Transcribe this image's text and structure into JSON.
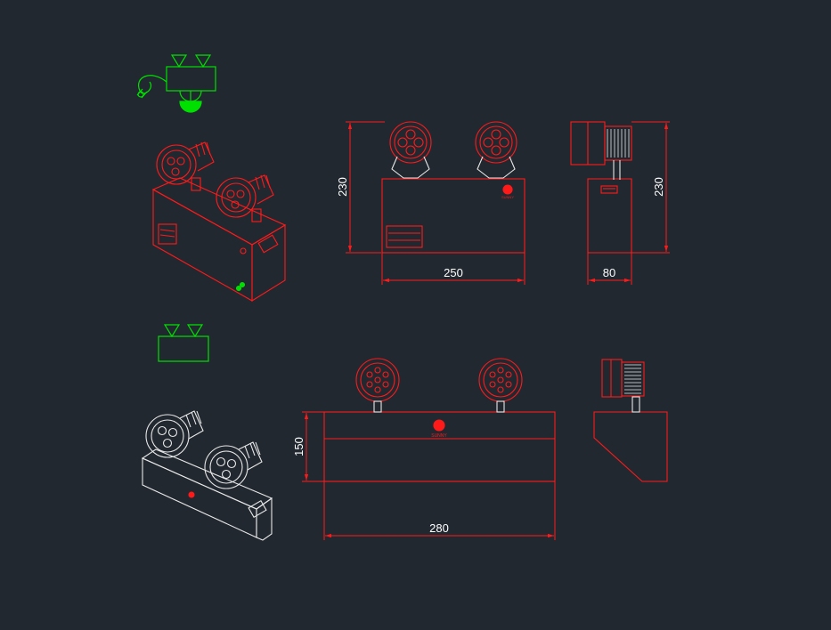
{
  "colors": {
    "background": "#212830",
    "line_red": "#ff1a1a",
    "line_white": "#e8e8e8",
    "symbol_green": "#00e000",
    "dimension_text": "#ffffff"
  },
  "drawing_1": {
    "symbol": "emergency-light-symbol-with-plug",
    "dimensions": {
      "height": "230",
      "width": "250",
      "depth": "80",
      "side_height": "230"
    },
    "logo_text": "SUNNY"
  },
  "drawing_2": {
    "symbol": "emergency-light-symbol",
    "dimensions": {
      "height": "150",
      "width": "280"
    },
    "logo_text": "SUNNY"
  }
}
